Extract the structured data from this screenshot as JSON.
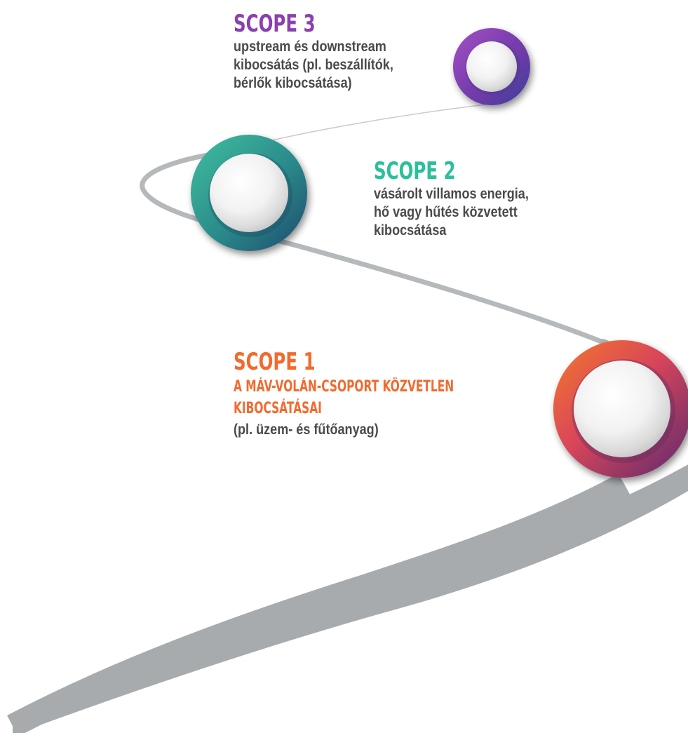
{
  "colors": {
    "scope1": "#f26a2e",
    "scope2": "#2bbf9a",
    "scope3": "#8b3fb0",
    "road": "#a7abad",
    "text": "#4a4a4a"
  },
  "scopes": [
    {
      "title": "SCOPE 3",
      "lines": [
        "upstream és downstream",
        "kibocsátás (pl. beszállítók,",
        "bérlők kibocsátása)"
      ]
    },
    {
      "title": "SCOPE 2",
      "lines": [
        "vásárolt villamos energia,",
        "hő vagy hűtés közvetett",
        "kibocsátása"
      ]
    },
    {
      "title": "SCOPE 1",
      "sub_lines": [
        "A MÁV-VOLÁN-CSOPORT KÖZVETLEN",
        "KIBOCSÁTÁSAI"
      ],
      "lines": [
        "(pl. üzem- és fűtőanyag)"
      ]
    }
  ]
}
